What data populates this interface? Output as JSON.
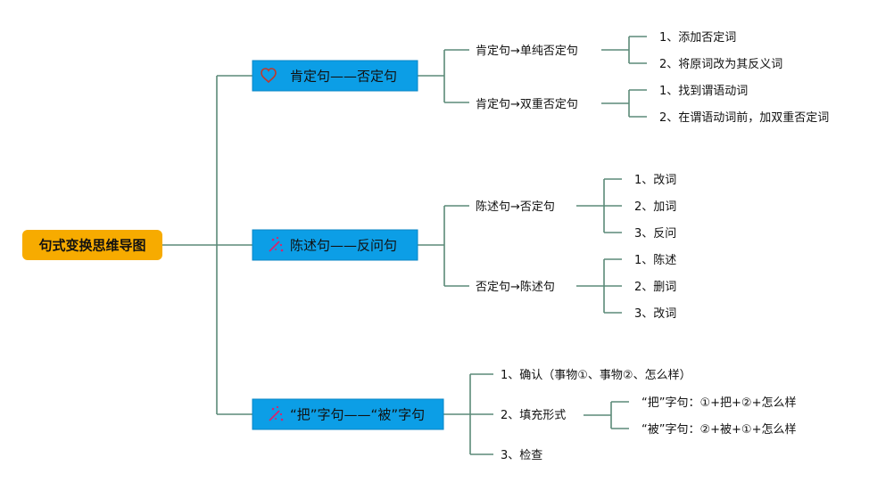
{
  "root": {
    "label": "句式变换思维导图"
  },
  "branches": [
    {
      "label": "肯定句——否定句",
      "icon": "heart-icon",
      "children": [
        {
          "label": "肯定句→单纯否定句",
          "items": [
            "1、添加否定词",
            "2、将原词改为其反义词"
          ]
        },
        {
          "label": "肯定句→双重否定句",
          "items": [
            "1、找到谓语动词",
            "2、在谓语动词前，加双重否定词"
          ]
        }
      ]
    },
    {
      "label": "陈述句——反问句",
      "icon": "sparkle-icon",
      "children": [
        {
          "label": "陈述句→否定句",
          "items": [
            "1、改词",
            "2、加词",
            "3、反问"
          ]
        },
        {
          "label": "否定句→陈述句",
          "items": [
            "1、陈述",
            "2、删词",
            "3、改词"
          ]
        }
      ]
    },
    {
      "label": "“把”字句——“被”字句",
      "icon": "sparkle-icon",
      "children": [
        {
          "label": "1、确认（事物①、事物②、怎么样）",
          "items": []
        },
        {
          "label": "2、填充形式",
          "items": [
            "“把”字句：①+把+②+怎么样",
            "“被”字句：②+被+①+怎么样"
          ]
        },
        {
          "label": "3、检查",
          "items": []
        }
      ]
    }
  ],
  "colors": {
    "root": "#f7ab00",
    "branch": "#0c9ee6",
    "connector": "#5b8a78",
    "heart": "#c0392b",
    "sparkle": "#d6246e"
  }
}
